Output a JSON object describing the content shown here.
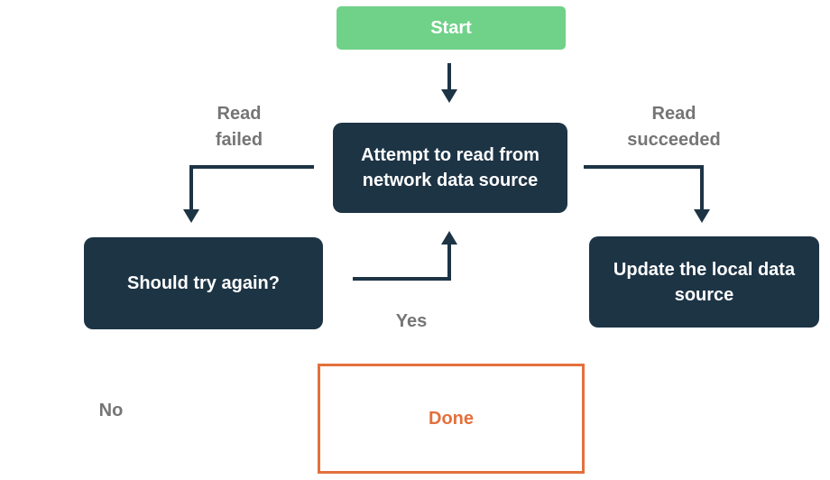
{
  "diagram": {
    "type": "flowchart",
    "nodes": {
      "start": {
        "label": "Start"
      },
      "attempt": {
        "label": "Attempt to read from network data source"
      },
      "should_try": {
        "label": "Should try again?"
      },
      "update_local": {
        "label": "Update the local data source"
      },
      "done": {
        "label": "Done"
      }
    },
    "edge_labels": {
      "read_failed": "Read failed",
      "read_succeeded": "Read succeeded",
      "yes": "Yes",
      "no": "No"
    },
    "edges": [
      {
        "from": "start",
        "to": "attempt",
        "label": ""
      },
      {
        "from": "attempt",
        "to": "should_try",
        "label": "Read failed"
      },
      {
        "from": "attempt",
        "to": "update_local",
        "label": "Read succeeded"
      },
      {
        "from": "should_try",
        "to": "attempt",
        "label": "Yes"
      }
    ],
    "colors": {
      "background": "#ffffff",
      "start_fill": "#70d189",
      "node_fill": "#1d3445",
      "node_text": "#ffffff",
      "arrow": "#1d3445",
      "done_border": "#e3703c",
      "done_text": "#e3703c",
      "edge_label_text": "#757575"
    }
  }
}
